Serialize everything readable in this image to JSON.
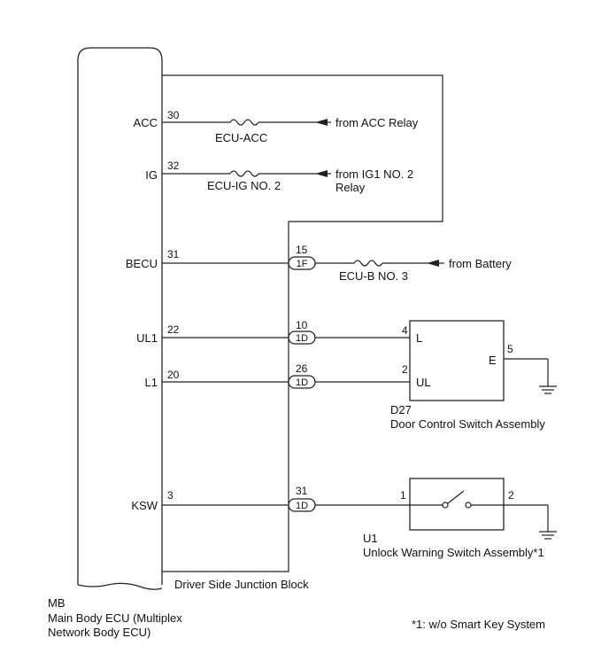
{
  "ecu": {
    "code": "MB",
    "name_line1": "Main Body ECU (Multiplex",
    "name_line2": "Network Body ECU)"
  },
  "junction_block": {
    "name": "Driver Side Junction Block"
  },
  "ecu_terminals": [
    {
      "name": "ACC",
      "pin": "30"
    },
    {
      "name": "IG",
      "pin": "32"
    },
    {
      "name": "BECU",
      "pin": "31"
    },
    {
      "name": "UL1",
      "pin": "22"
    },
    {
      "name": "L1",
      "pin": "20"
    },
    {
      "name": "KSW",
      "pin": "3"
    }
  ],
  "fuses": {
    "acc": "ECU-ACC",
    "ig": "ECU-IG NO. 2",
    "becu": "ECU-B NO. 3"
  },
  "sources": {
    "acc": "from ACC Relay",
    "ig_line1": "from IG1 NO. 2",
    "ig_line2": "Relay",
    "battery": "from Battery"
  },
  "connectors": [
    {
      "id": "1F",
      "pin": "15"
    },
    {
      "id": "1D",
      "pin": "10"
    },
    {
      "id": "1D",
      "pin": "26"
    },
    {
      "id": "1D",
      "pin": "31"
    }
  ],
  "door_switch": {
    "code": "D27",
    "name": "Door Control Switch Assembly",
    "terminals": [
      {
        "label": "L",
        "pin": "4"
      },
      {
        "label": "UL",
        "pin": "2"
      },
      {
        "label": "E",
        "pin": "5"
      }
    ]
  },
  "unlock_switch": {
    "code": "U1",
    "name": "Unlock Warning Switch Assembly*1",
    "pin_left": "1",
    "pin_right": "2"
  },
  "footnote": "*1: w/o Smart Key System"
}
